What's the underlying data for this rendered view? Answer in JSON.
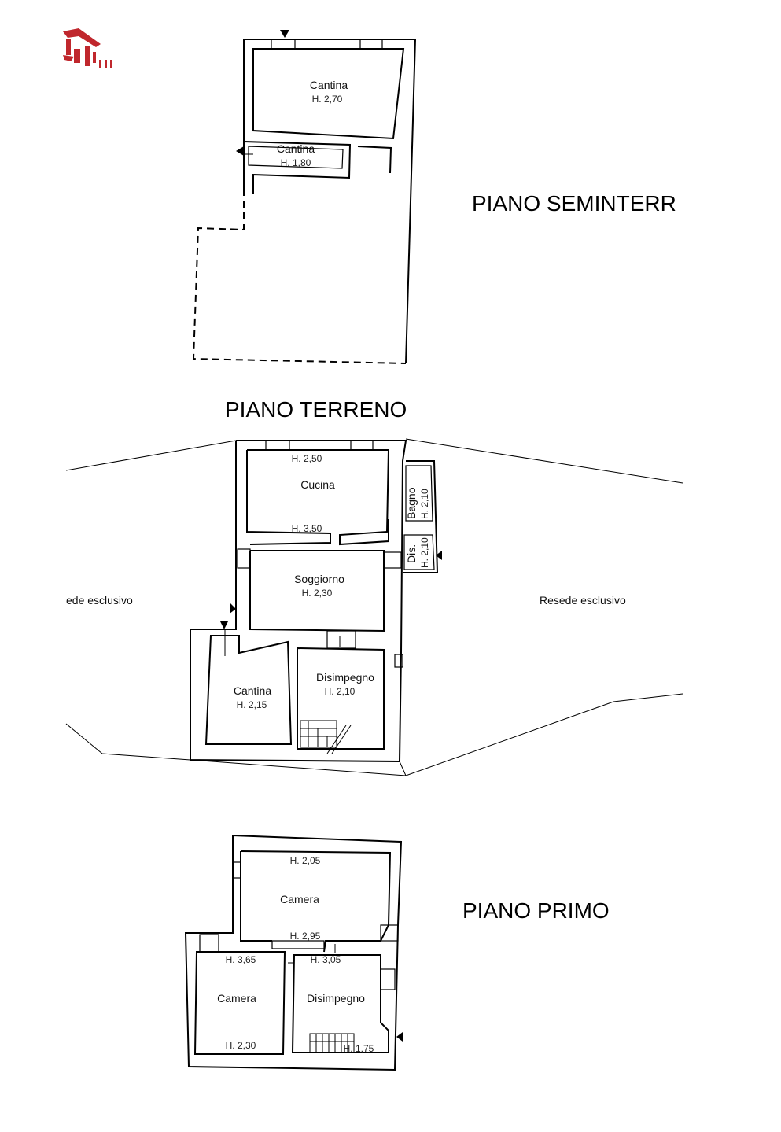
{
  "floors": {
    "seminterrato": {
      "title": "PIANO SEMINTERR",
      "rooms": [
        {
          "name": "Cantina",
          "height": "H. 2,70"
        },
        {
          "name": "Cantina",
          "height": "H. 1,80"
        }
      ]
    },
    "terreno": {
      "title": "PIANO TERRENO",
      "rooms": [
        {
          "name": "Cucina",
          "height": "H. 2,50",
          "height2": "H. 3,50"
        },
        {
          "name": "Bagno",
          "height": "H. 2,10"
        },
        {
          "name": "Dis.",
          "height": "H. 2,10"
        },
        {
          "name": "Soggiorno",
          "height": "H. 2,30"
        },
        {
          "name": "Cantina",
          "height": "H. 2,15"
        },
        {
          "name": "Disimpegno",
          "height": "H. 2,10"
        }
      ],
      "area_left": "ede esclusivo",
      "area_right": "Resede esclusivo"
    },
    "primo": {
      "title": "PIANO PRIMO",
      "rooms": [
        {
          "name": "Camera",
          "height": "H. 2,05",
          "height2": "H. 2,95"
        },
        {
          "name": "Camera",
          "height": "H. 3,65",
          "height2": "H. 2,30"
        },
        {
          "name": "Disimpegno",
          "height": "H. 3,05",
          "height2": "H. 1,75"
        }
      ]
    }
  },
  "colors": {
    "walls": "#000000",
    "logo": "#c0272d"
  }
}
